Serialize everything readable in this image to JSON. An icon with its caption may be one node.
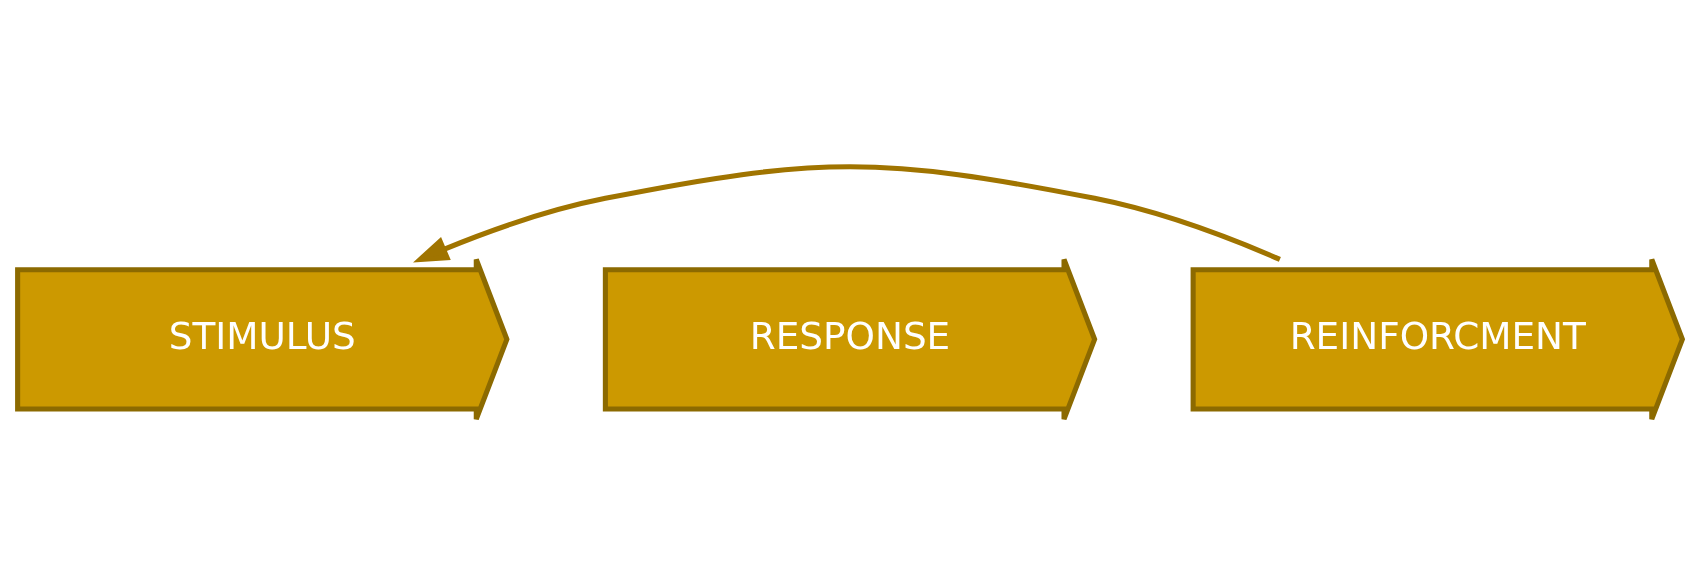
{
  "diagram": {
    "nodes": [
      {
        "text": [
          "STIMULUS"
        ]
      },
      {
        "text": [
          "RESPONSE"
        ]
      },
      {
        "text": [
          "REINFORCMENT"
        ]
      }
    ],
    "edges": [
      {
        "from": 2,
        "to": 0,
        "arrow": "to"
      }
    ]
  }
}
